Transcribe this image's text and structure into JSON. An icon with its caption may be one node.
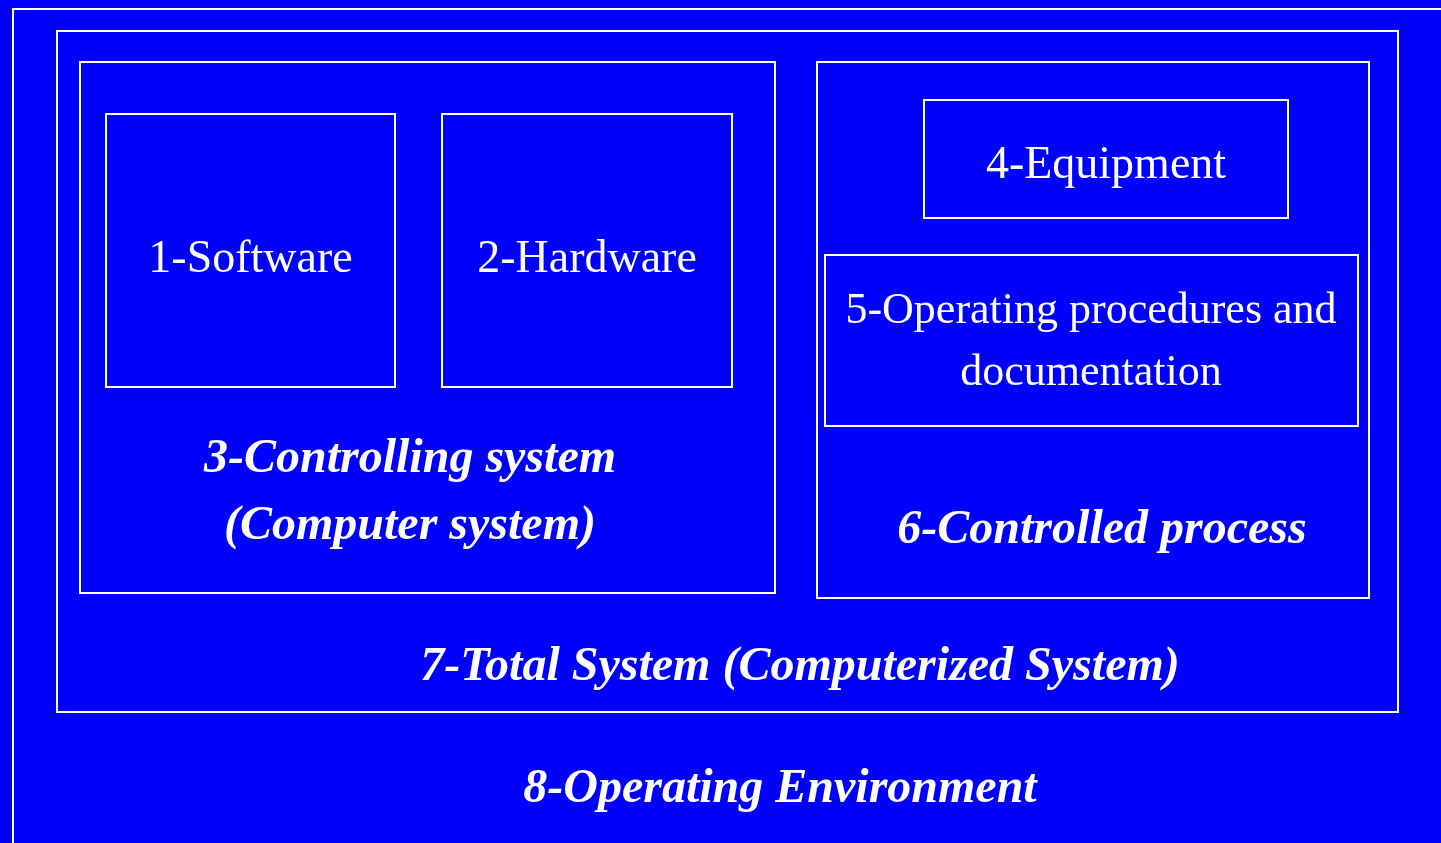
{
  "diagram": {
    "nodes": [
      {
        "text": [
          "8-Operating Environment"
        ]
      },
      {
        "text": [
          "7-Total System (Computerized System)"
        ],
        "in": 0
      },
      {
        "text": [
          "3-Controlling system (Computer system)"
        ],
        "in": 1
      },
      {
        "text": [
          "1-Software"
        ],
        "in": 2
      },
      {
        "text": [
          "2-Hardware"
        ],
        "in": 2
      },
      {
        "text": [
          "6-Controlled process"
        ],
        "in": 1
      },
      {
        "text": [
          "4-Equipment"
        ],
        "in": 5
      },
      {
        "text": [
          "5-Operating procedures and documentation"
        ],
        "in": 5
      }
    ]
  }
}
